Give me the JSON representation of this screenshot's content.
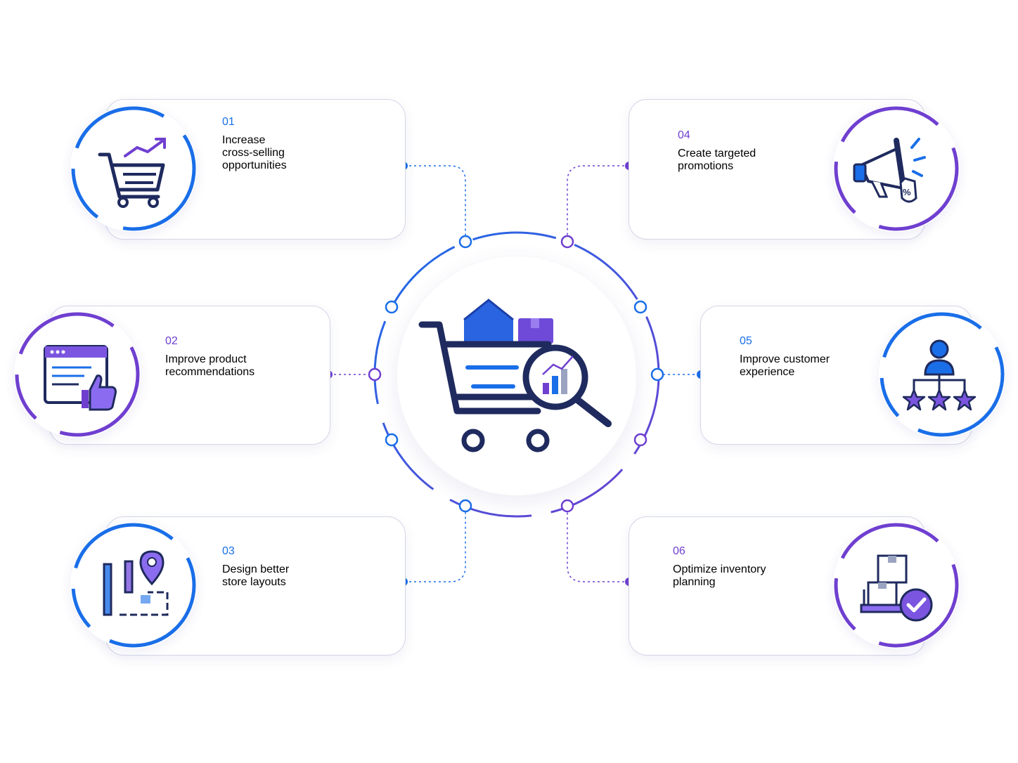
{
  "colors": {
    "blue": "#1a6ee8",
    "purple": "#6f3fd0",
    "navy": "#1f2a5e"
  },
  "center": {
    "icon": "shopping-cart-analytics-icon"
  },
  "items": [
    {
      "number": "01",
      "line1": "Increase",
      "line2": "cross-selling",
      "line3": "opportunities",
      "accent": "blue",
      "icon": "cart-growth-icon"
    },
    {
      "number": "02",
      "line1": "Improve product",
      "line2": "recommendations",
      "line3": "",
      "accent": "purple",
      "icon": "browser-thumbs-up-icon"
    },
    {
      "number": "03",
      "line1": "Design better",
      "line2": "store layouts",
      "line3": "",
      "accent": "blue",
      "icon": "floorplan-location-icon"
    },
    {
      "number": "04",
      "line1": "Create targeted",
      "line2": "promotions",
      "line3": "",
      "accent": "purple",
      "icon": "megaphone-discount-icon"
    },
    {
      "number": "05",
      "line1": "Improve customer",
      "line2": "experience",
      "line3": "",
      "accent": "blue",
      "icon": "customer-rating-icon"
    },
    {
      "number": "06",
      "line1": "Optimize inventory",
      "line2": "planning",
      "line3": "",
      "accent": "purple",
      "icon": "inventory-check-icon"
    }
  ]
}
